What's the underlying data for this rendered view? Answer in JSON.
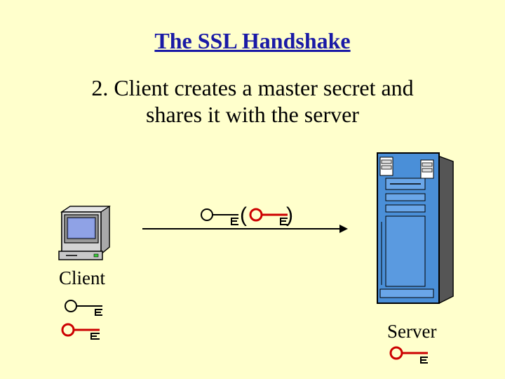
{
  "slide": {
    "title": "The SSL Handshake",
    "subtitle_line1": "2. Client creates a master secret and",
    "subtitle_line2": "shares it with the server"
  },
  "labels": {
    "client": "Client",
    "server": "Server"
  },
  "message": {
    "open_paren": "(",
    "close_paren": ")"
  },
  "colors": {
    "background": "#ffffcc",
    "title": "#1a1aa6",
    "server_blue": "#4a8fd8",
    "arrow": "#000000"
  },
  "icons": [
    "computer-icon",
    "server-icon",
    "key-icon"
  ]
}
